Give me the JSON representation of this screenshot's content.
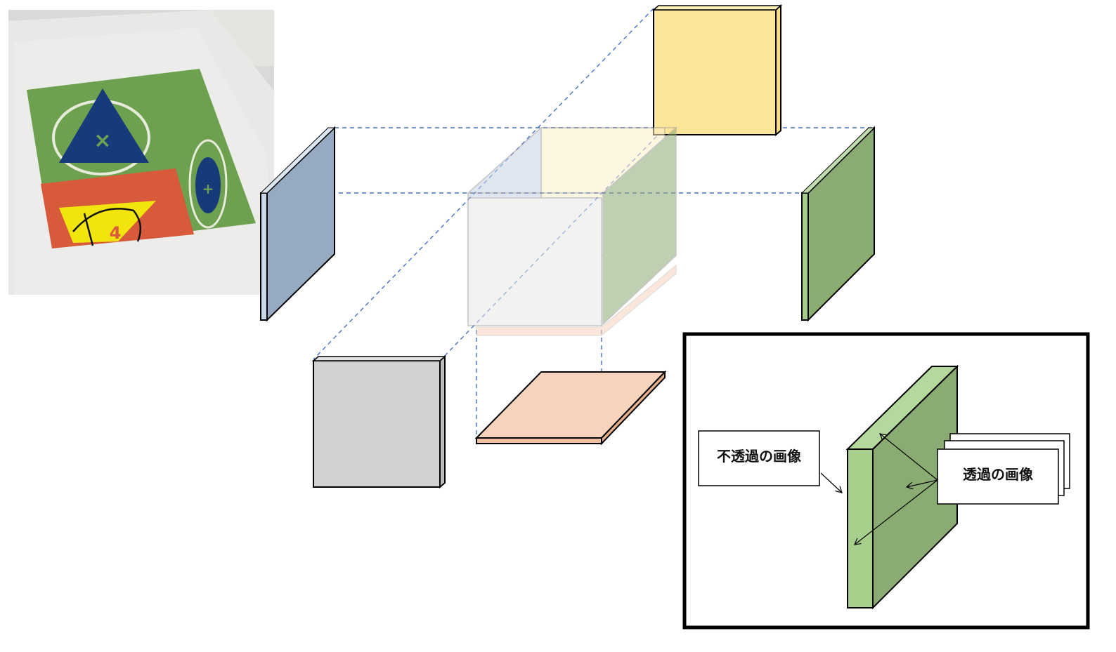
{
  "photo": {
    "description_icon": "ar-marker-photo-icon"
  },
  "panels": [
    {
      "id": "left",
      "color": "#96abc2",
      "edge": "#c7d9eb"
    },
    {
      "id": "top",
      "color": "#fde59a",
      "edge": "#fbdb80"
    },
    {
      "id": "right",
      "color": "#8aab72",
      "edge": "#a8cc8c"
    },
    {
      "id": "front",
      "color": "#d1d0d2",
      "edge": "#bdbcbe"
    },
    {
      "id": "bottom",
      "color": "#f7d3bc",
      "edge": "#eebfa0"
    }
  ],
  "inset": {
    "opaque_label": "不透過の画像",
    "transparent_label": "透過の画像",
    "slab_face": "#8aab72",
    "slab_side": "#a8d08d",
    "slab_top": "#b5d99c"
  },
  "colors": {
    "dash": "#4472c4",
    "border": "#000000"
  }
}
